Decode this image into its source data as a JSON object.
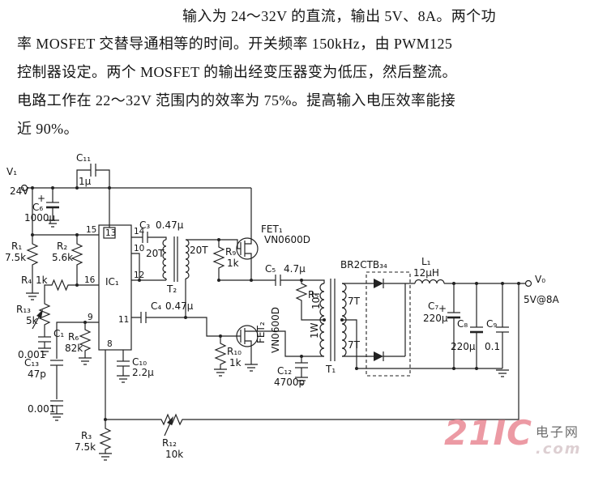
{
  "description": {
    "line1": "输入为 24～32V 的直流，输出 5V、8A。两个功",
    "line2": "率 MOSFET 交替导通相等的时间。开关频率 150kHz，由 PWM125",
    "line3": "控制器设定。两个 MOSFET 的输出经变压器变为低压，然后整流。",
    "line4": "电路工作在 22～32V 范围内的效率为 75%。提高输入电压效率能接",
    "line5": "近 90%。"
  },
  "circuit": {
    "labels": {
      "plus": "+",
      "v1": "V₁",
      "v1_value": "24V",
      "c11": "C₁₁",
      "c11_value": "1μ",
      "c6": "C₆",
      "c6_value": "1000μ",
      "r1": "R₁",
      "r1_value": "7.5k",
      "r2": "R₂",
      "r2_value": "5.6k",
      "r4": "R₄",
      "r4_value": "1k",
      "r13": "R₁₃",
      "r13_value": "5k",
      "c1": "C₁",
      "c1_value": "0.001",
      "r6": "R₆",
      "r6_value": "82k",
      "c13": "C₁₃",
      "c13_value": "47p",
      "c14_value": "0.001",
      "r3": "R₃",
      "r3_value": "7.5k",
      "ic1": "IC₁",
      "c3": "C₃",
      "c3_value": "0.47μ",
      "t2": "T₂",
      "t2_pri_turns": "20T",
      "t2_sec_turns": "20T",
      "r9": "R₉",
      "r9_value": "1k",
      "fet1": "FET₁",
      "fet1_part": "VN0600D",
      "c5": "C₅",
      "c5_value": "4.7μ",
      "r5": "R₅",
      "r5_power": "1W",
      "c4": "C₄",
      "c4_value": "0.47μ",
      "c10": "C₁₀",
      "c10_value": "2.2μ",
      "r10": "R₁₀",
      "r10_value": "1k",
      "fet2": "FET₂",
      "fet2_part": "VN0600D",
      "c12": "C₁₂",
      "c12_value": "4700p",
      "t1": "T₁",
      "t1_pri_turns": "10T",
      "t1_sec_top_turns": "7T",
      "t1_sec_bot_turns": "7T",
      "bridge": "BR2CTB₃₄",
      "l1": "L₁",
      "l1_value": "12μH",
      "c7": "C₇",
      "c7_value": "220μ",
      "c8": "C₈",
      "c8_value": "220μ",
      "c9": "C₉",
      "c9_value": "0.1",
      "vo": "V₀",
      "vo_value": "5V@8A",
      "r12": "R₁₂",
      "r12_value": "10k"
    },
    "pins": {
      "p15": "15",
      "p13": "13",
      "p14": "14",
      "p10": "10",
      "p12": "12",
      "p16": "16",
      "p9": "9",
      "p11": "11",
      "p8": "8"
    }
  },
  "watermark": {
    "brand": "21IC",
    "site": "电子网",
    "tld": ".com"
  }
}
